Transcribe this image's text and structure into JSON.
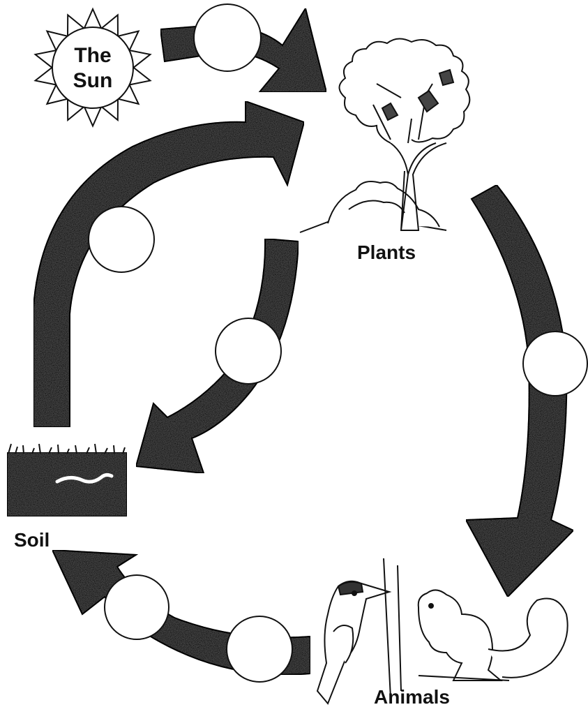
{
  "labels": {
    "sun_line1": "The",
    "sun_line2": "Sun",
    "plants": "Plants",
    "soil": "Soil",
    "animals": "Animals"
  },
  "colors": {
    "arrow_fill": "#4a4a4a",
    "stroke": "#111111",
    "circle_fill": "#ffffff"
  }
}
